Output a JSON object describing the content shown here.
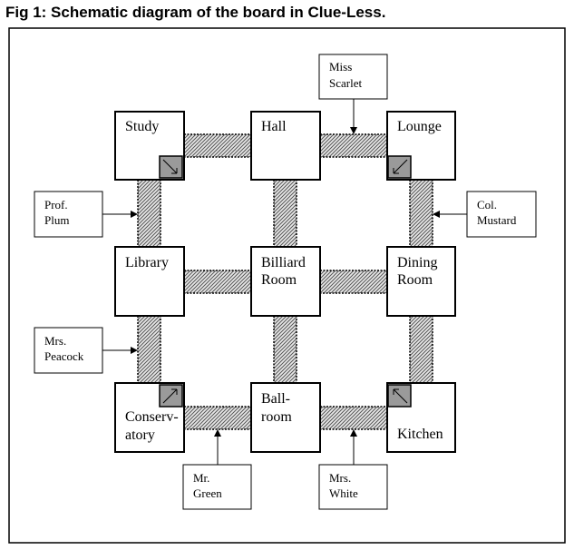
{
  "title": "Fig 1: Schematic diagram of the board in Clue-Less.",
  "rooms": {
    "study": [
      "Study"
    ],
    "hall": [
      "Hall"
    ],
    "lounge": [
      "Lounge"
    ],
    "library": [
      "Library"
    ],
    "billiard": [
      "Billiard",
      "Room"
    ],
    "dining": [
      "Dining",
      "Room"
    ],
    "conservatory": [
      "Conserv-",
      "atory"
    ],
    "ballroom": [
      "Ball-",
      "room"
    ],
    "kitchen": [
      "Kitchen"
    ]
  },
  "characters": {
    "scarlet": [
      "Miss",
      "Scarlet"
    ],
    "plum": [
      "Prof.",
      "Plum"
    ],
    "mustard": [
      "Col.",
      "Mustard"
    ],
    "peacock": [
      "Mrs.",
      "Peacock"
    ],
    "green": [
      "Mr.",
      "Green"
    ],
    "white": [
      "Mrs.",
      "White"
    ]
  },
  "colors": {
    "border": "#000000",
    "hallway": "#9a9a9a",
    "secret_passage": "#9a9a9a"
  }
}
